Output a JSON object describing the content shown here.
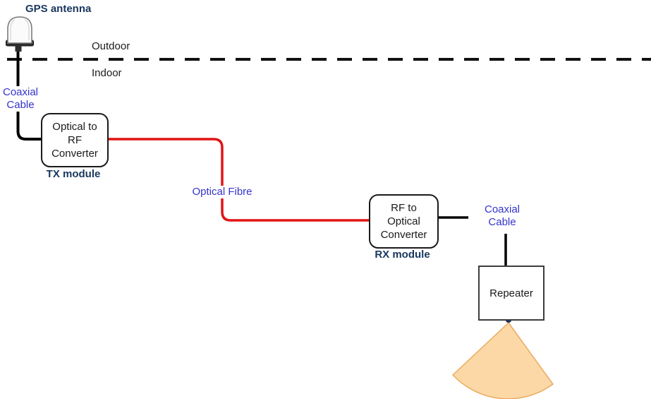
{
  "labels": {
    "gps_antenna": "GPS antenna",
    "outdoor": "Outdoor",
    "indoor": "Indoor",
    "coaxial_cable_left": "Coaxial\nCable",
    "tx_module": "TX module",
    "optical_fibre": "Optical Fibre",
    "rx_module": "RX module",
    "coaxial_cable_right": "Coaxial\nCable"
  },
  "boxes": {
    "tx_converter": "Optical to\nRF\nConverter",
    "rx_converter": "RF to\nOptical\nConverter",
    "repeater": "Repeater"
  },
  "icons": {
    "gps_antenna_icon": "dome-gps-antenna",
    "signal_fan_icon": "repeater-coverage-fan"
  },
  "colors": {
    "label_blue": "#3333CC",
    "label_navy": "#17375D",
    "fibre_red": "#E01414",
    "cable_black": "#000000",
    "boundary_dash_black": "#111111",
    "fan_fill": "#FBD8A6",
    "fan_stroke": "#E9AC60",
    "box_border": "#1a1a1a"
  }
}
